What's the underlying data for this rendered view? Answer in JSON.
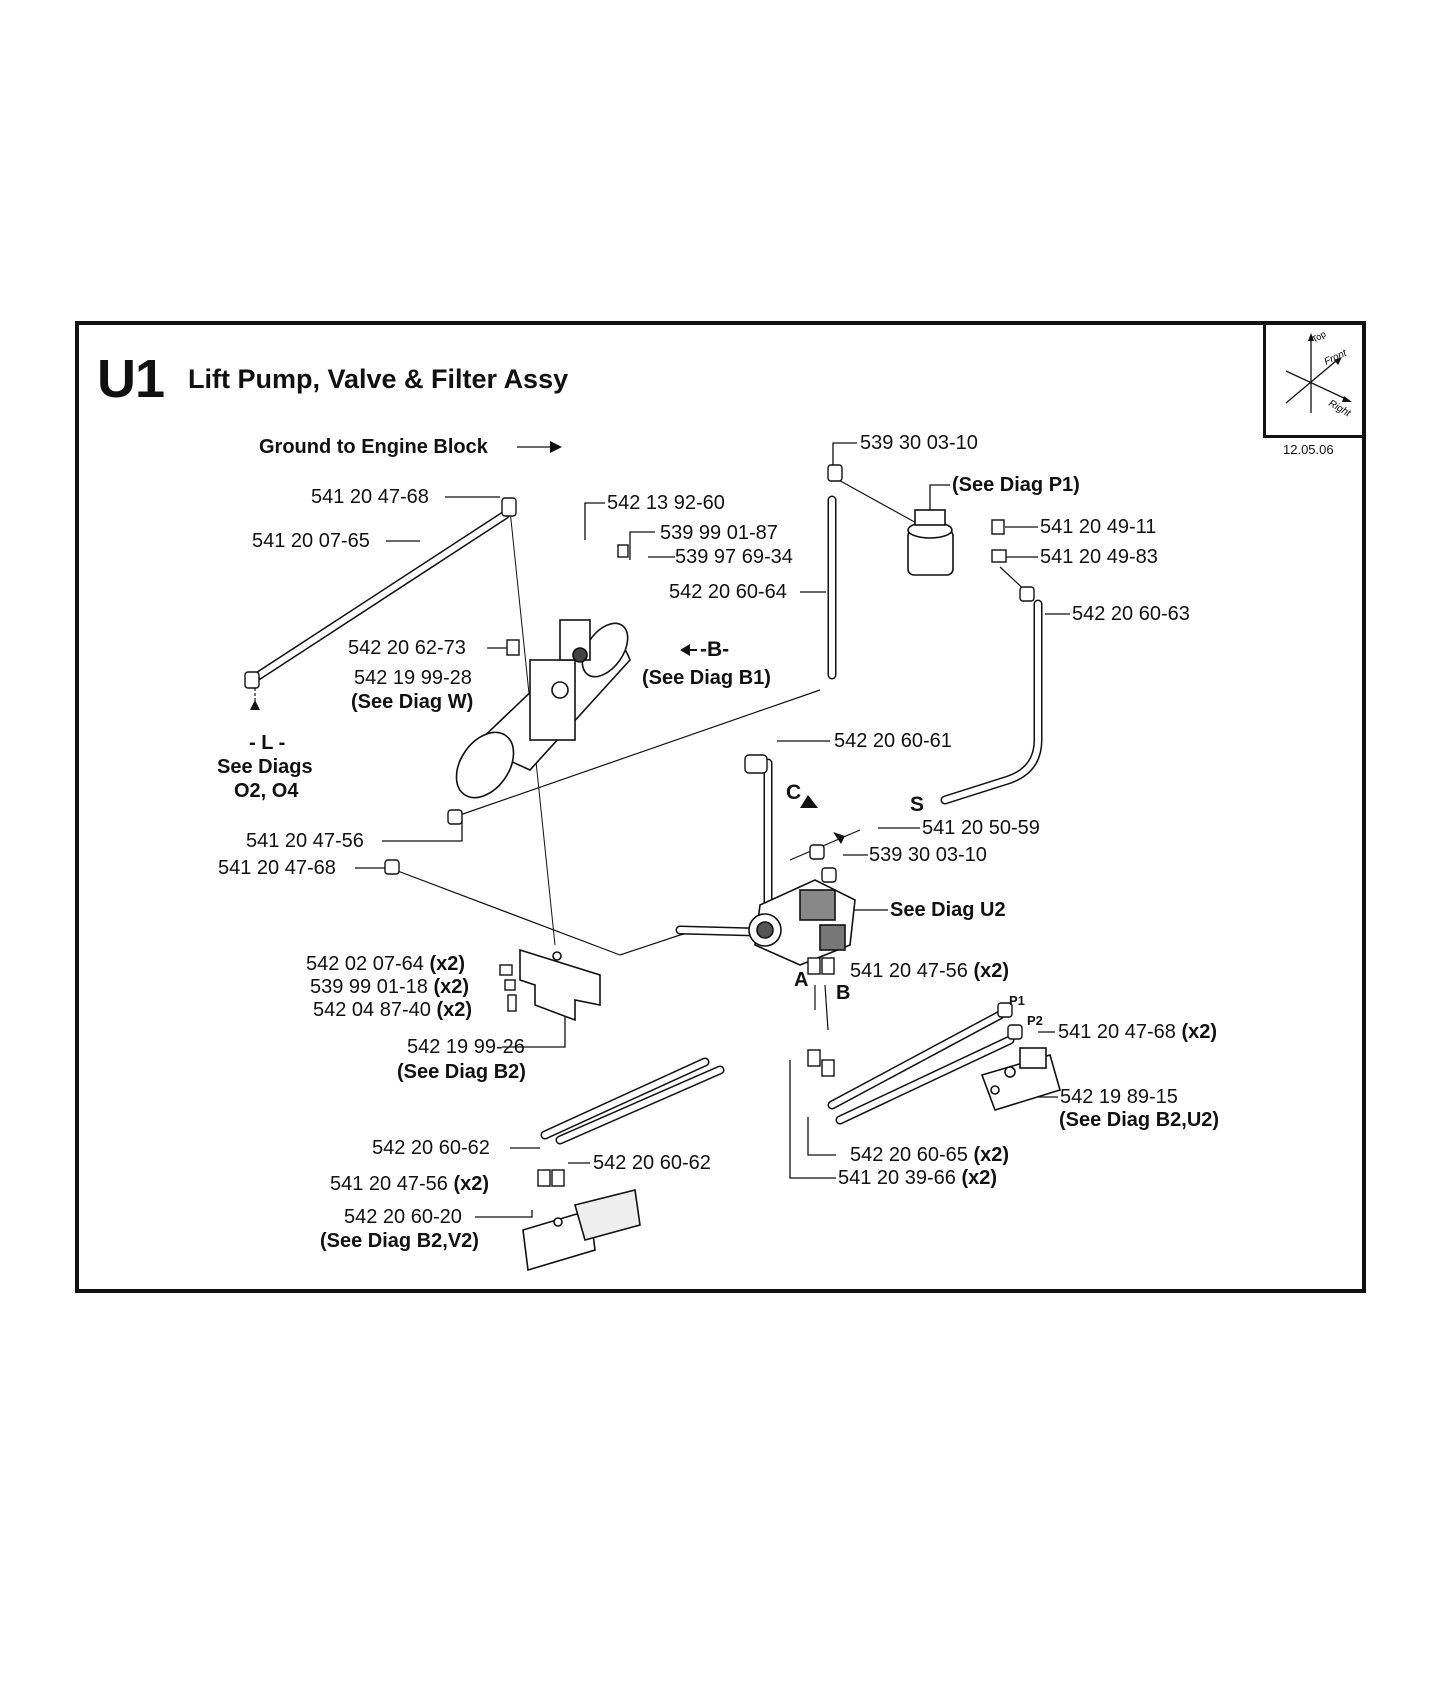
{
  "diagram": {
    "code": "U1",
    "title": "Lift Pump, Valve & Filter Assy",
    "date": "12.05.06",
    "compass": {
      "top": "Top",
      "front": "Front",
      "right": "Right"
    },
    "labels": {
      "ground": "Ground to Engine Block",
      "p_541_20_47_68_a": "541 20 47-68",
      "p_541_20_07_65": "541 20 07-65",
      "p_542_13_92_60": "542 13 92-60",
      "p_539_99_01_87": "539 99 01-87",
      "p_539_97_69_34": "539 97 69-34",
      "p_539_30_03_10_a": "539 30 03-10",
      "see_p1": "(See Diag P1)",
      "p_541_20_49_11": "541 20 49-11",
      "p_541_20_49_83": "541 20 49-83",
      "p_542_20_60_64": "542 20 60-64",
      "p_542_20_60_63": "542 20 60-63",
      "p_542_20_62_73": "542 20 62-73",
      "p_542_19_99_28": "542 19 99-28",
      "see_w": "(See Diag W)",
      "b_marker": "-B-",
      "see_b1": "(See Diag B1)",
      "l_marker": "- L -",
      "see_diags": "See Diags",
      "o2_o4": "O2, O4",
      "p_542_20_60_61": "542 20 60-61",
      "c_marker": "C",
      "s_marker": "S",
      "p_541_20_50_59": "541 20 50-59",
      "p_539_30_03_10_b": "539 30 03-10",
      "p_541_20_47_56_a": "541 20 47-56",
      "p_541_20_47_68_b": "541 20 47-68",
      "see_u2": "See Diag U2",
      "p_542_02_07_64": "542 02 07-64",
      "p_539_99_01_18": "539 99 01-18",
      "p_542_04_87_40": "542 04 87-40",
      "x2": "(x2)",
      "a_marker": "A",
      "b_port": "B",
      "p_541_20_47_56_b": "541 20 47-56",
      "p1_marker": "P1",
      "p2_marker": "P2",
      "p_541_20_47_68_c": "541 20 47-68",
      "p_542_19_99_26": "542 19 99-26",
      "see_b2": "(See Diag B2)",
      "p_542_19_89_15": "542 19 89-15",
      "see_b2_u2": "(See Diag B2,U2)",
      "p_542_20_60_62_a": "542 20 60-62",
      "p_542_20_60_62_b": "542 20 60-62",
      "p_542_20_60_65": "542 20 60-65",
      "p_541_20_47_56_c": "541 20 47-56",
      "p_541_20_39_66": "541 20 39-66",
      "p_542_20_60_20": "542 20 60-20",
      "see_b2_v2": "(See Diag B2,V2)"
    }
  }
}
